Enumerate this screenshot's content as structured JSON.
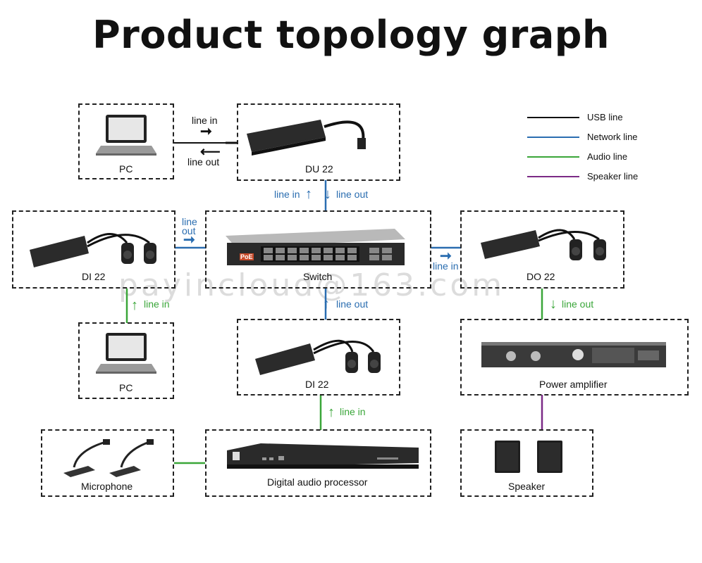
{
  "title": "Product topology graph",
  "legend": {
    "usb": "USB line",
    "network": "Network line",
    "audio": "Audio line",
    "speaker": "Speaker line"
  },
  "colors": {
    "usb": "#111111",
    "network": "#2a6db0",
    "audio": "#3aa639",
    "speaker": "#7b2a86"
  },
  "nodes": {
    "pc_top": "PC",
    "du22": "DU 22",
    "di22_left": "DI 22",
    "switch": "Switch",
    "do22": "DO 22",
    "pc_bottom": "PC",
    "di22_center": "DI 22",
    "power_amp": "Power amplifier",
    "microphone": "Microphone",
    "dap": "Digital audio processor",
    "speaker": "Speaker"
  },
  "connections": {
    "pc_du_in": "line in",
    "pc_du_out": "line out",
    "du_switch_in": "line in",
    "du_switch_out": "line out",
    "di_switch_out_1": "line",
    "di_switch_out_2": "out",
    "switch_do_in": "line in",
    "pc_di_in": "line in",
    "switch_di_out": "line out",
    "do_amp_out": "line out",
    "dap_di_in": "line in"
  },
  "device_text": {
    "poe": "PoE"
  },
  "watermark": "payincloud@163.com"
}
